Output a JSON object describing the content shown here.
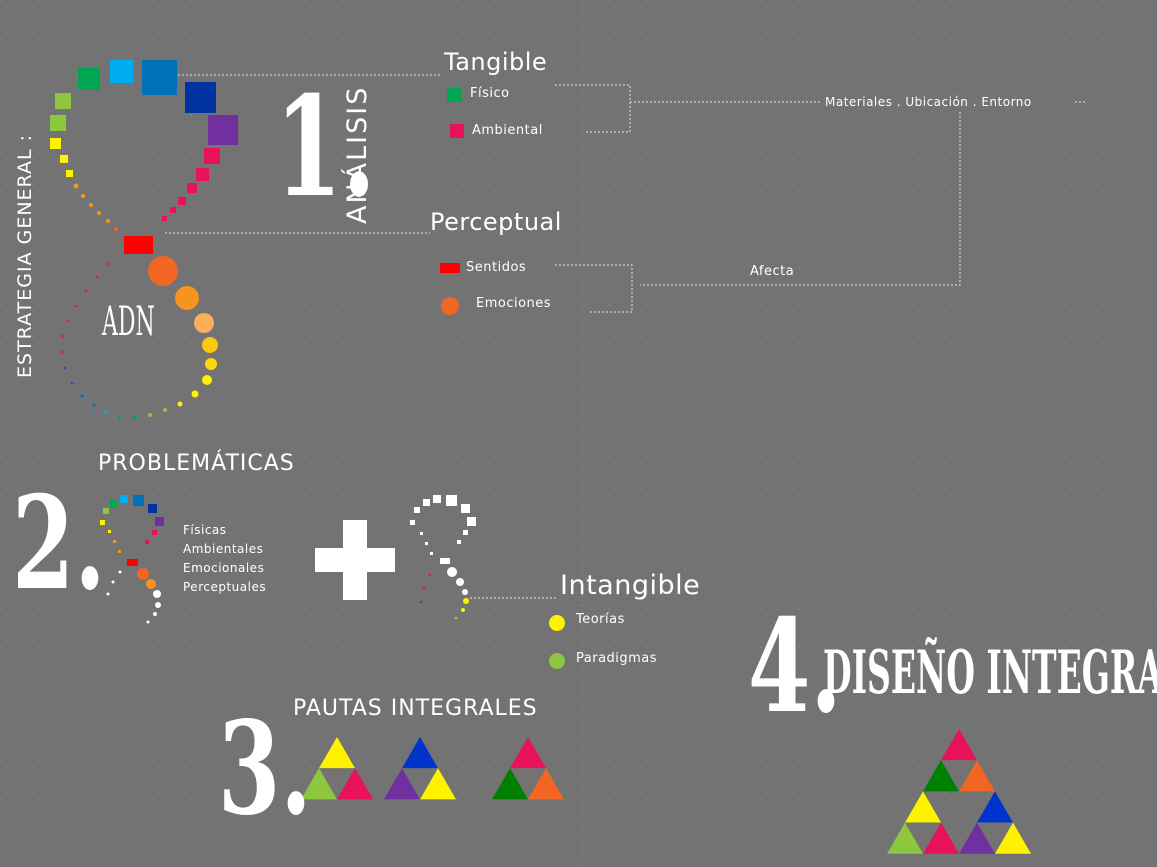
{
  "colors": {
    "background": "#737373",
    "red": "#ff0000",
    "crimson": "#e8125a",
    "orange": "#f26522",
    "yellow": "#fff200",
    "green": "#00a651",
    "lime": "#8dc63f",
    "blue": "#0072bc",
    "navy": "#0033a0",
    "purple": "#7030a0",
    "cyan": "#00aeef"
  },
  "strategy": {
    "vertical_title": "ESTRATEGIA GENERAL :",
    "dna_label": "ADN"
  },
  "section1": {
    "number": "1.",
    "title": "ANÁLISIS",
    "tangible": {
      "title": "Tangible",
      "items": [
        {
          "label": "Físico",
          "color": "#00a651",
          "icon": "square-icon"
        },
        {
          "label": "Ambiental",
          "color": "#e8125a",
          "icon": "square-icon"
        }
      ],
      "outcome": "Materiales . Ubicación . Entorno"
    },
    "perceptual": {
      "title": "Perceptual",
      "items": [
        {
          "label": "Sentidos",
          "color": "#ff0000",
          "icon": "rect-icon"
        },
        {
          "label": "Emociones",
          "color": "#f26522",
          "icon": "circle-icon"
        }
      ],
      "outcome": "Afecta"
    }
  },
  "section2": {
    "number": "2.",
    "title": "PROBLEMÁTICAS",
    "list": [
      "Físicas",
      "Ambientales",
      "Emocionales",
      "Perceptuales"
    ],
    "plus_icon": "plus-icon",
    "intangible": {
      "title": "Intangible",
      "items": [
        {
          "label": "Teorías",
          "color": "#fff200",
          "icon": "circle-icon"
        },
        {
          "label": "Paradigmas",
          "color": "#8dc63f",
          "icon": "circle-icon"
        }
      ]
    }
  },
  "section3": {
    "number": "3.",
    "title": "PAUTAS INTEGRALES",
    "triangles": [
      {
        "top": "#fff200",
        "left": "#8dc63f",
        "right": "#e8125a"
      },
      {
        "top": "#0033cc",
        "left": "#7030a0",
        "right": "#fff200"
      },
      {
        "top": "#e8125a",
        "left": "#008000",
        "right": "#f26522"
      }
    ]
  },
  "section4": {
    "number": "4.",
    "title": "DISEÑO INTEGRAL",
    "pyramid": [
      "#e8125a",
      "#008000",
      "#f26522",
      "#fff200",
      "#0033cc",
      "#8dc63f",
      "#e8125a",
      "#7030a0",
      "#fff200"
    ]
  }
}
